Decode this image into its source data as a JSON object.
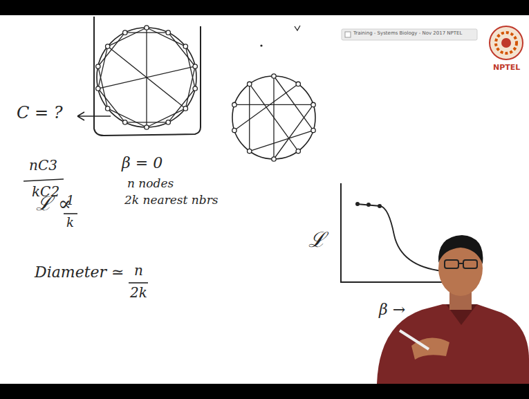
{
  "diagram": {
    "labels": [
      "C = ?",
      "nC3",
      "kC2",
      "β = 0",
      "ℒ ∝",
      "1",
      "k",
      "n nodes",
      "2k nearest nbrs",
      "Diameter ≃",
      "n",
      "2k",
      "ℒ",
      "β →",
      "Training - Systems Biology - Nov 2017 NPTEL",
      "NPTEL"
    ]
  }
}
